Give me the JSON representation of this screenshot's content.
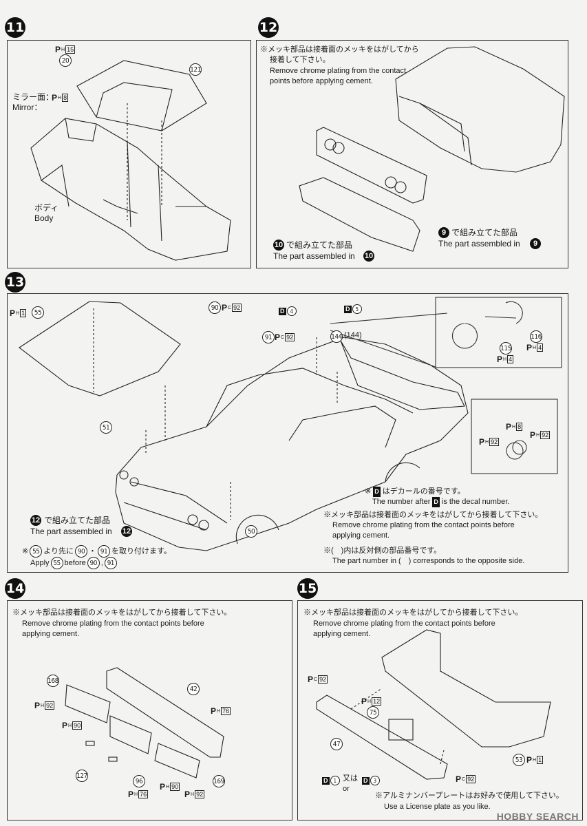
{
  "steps": {
    "s11": {
      "number": "11",
      "labels": {
        "mirror_ja": "ミラー面：",
        "mirror_en": "Mirror：",
        "body_ja": "ボディ",
        "body_en": "Body"
      },
      "parts": {
        "p20": "20",
        "p121": "121"
      },
      "codes": {
        "ph15": "15",
        "ph8": "8"
      }
    },
    "s12": {
      "number": "12",
      "note_ja": "※メッキ部品は接着面のメッキをはがしてから",
      "note_ja2": "接着して下さい。",
      "note_en1": "Remove chrome plating from the contact",
      "note_en2": "points before applying cement.",
      "asm9_ja": "で組み立てた部品",
      "asm9_en": "The part assembled in",
      "asm9_num": "9",
      "asm10_ja": "で組み立てた部品",
      "asm10_en": "The part assembled in",
      "asm10_num": "10"
    },
    "s13": {
      "number": "13",
      "parts": {
        "p55": "55",
        "p90": "90",
        "p91": "91",
        "p144": "144",
        "p144b": "(144)",
        "p51": "51",
        "p50": "50",
        "p116": "116",
        "p115": "115"
      },
      "codes": {
        "ph1": "1",
        "pc92a": "92",
        "pc92b": "92",
        "d4": "4",
        "d5": "5",
        "ph4a": "4",
        "ph4b": "4",
        "ph8": "8",
        "ph92a": "92",
        "ph92b": "92"
      },
      "asm12_ja": "で組み立てた部品",
      "asm12_en": "The part assembled in",
      "asm12_num": "12",
      "apply_ja_a": "※",
      "apply_ja_b": "より先に",
      "apply_ja_c": "・",
      "apply_ja_d": "を取り付けます。",
      "apply_en_a": "Apply",
      "apply_en_b": "before",
      "apply_en_c": ",",
      "decal_ja": "はデカールの番号です。",
      "decal_en_a": "The number after",
      "decal_en_b": "is the decal number.",
      "chrome_ja": "※メッキ部品は接着面のメッキをはがしてから接着して下さい。",
      "chrome_en1": "Remove chrome plating from the contact points before",
      "chrome_en2": "applying cement.",
      "opp_ja": "※(　)内は反対側の部品番号です。",
      "opp_en": "The part number in (　) corresponds to the opposite side."
    },
    "s14": {
      "number": "14",
      "note_ja": "※メッキ部品は接着面のメッキをはがしてから接着して下さい。",
      "note_en1": "Remove chrome plating from the contact points before",
      "note_en2": "applying cement.",
      "parts": {
        "p168": "168",
        "p42": "42",
        "p127": "127",
        "p96": "96",
        "p169": "169"
      },
      "codes": {
        "ph92a": "92",
        "ph90a": "90",
        "ph76a": "76",
        "ph90b": "90",
        "ph92b": "92",
        "ph76b": "76"
      }
    },
    "s15": {
      "number": "15",
      "note_ja": "※メッキ部品は接着面のメッキをはがしてから接着して下さい。",
      "note_en1": "Remove chrome plating from the contact points before",
      "note_en2": "applying cement.",
      "parts": {
        "p75": "75",
        "p47": "47",
        "p53": "53"
      },
      "codes": {
        "pc92a": "92",
        "ph12": "12",
        "pc92b": "92",
        "ph1": "1",
        "d1": "1",
        "d3": "3"
      },
      "or_ja": "又は",
      "or_en": "or",
      "plate_ja": "※アルミナンバープレートはお好みで使用して下さい。",
      "plate_en": "Use a License plate as you like."
    }
  },
  "watermark": "HOBBY SEARCH"
}
